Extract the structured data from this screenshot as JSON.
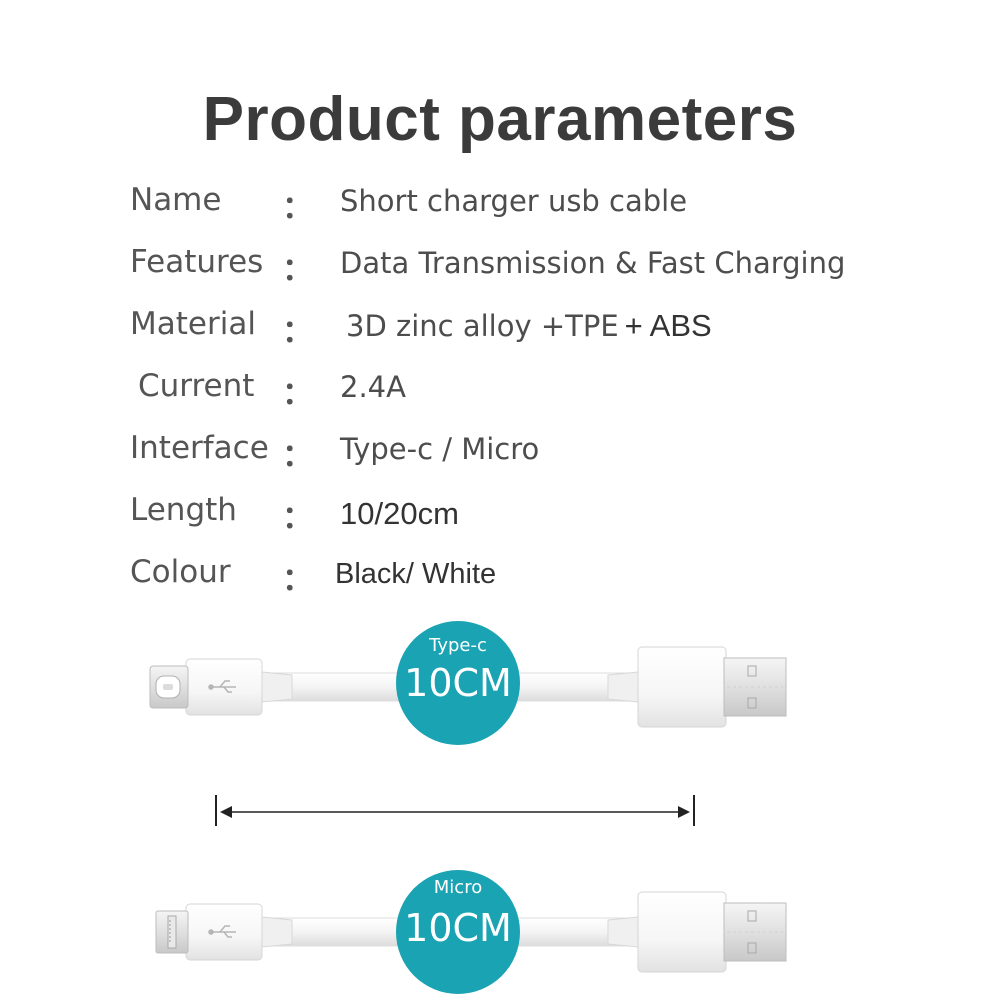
{
  "title": "Product parameters",
  "params": [
    {
      "label": "Name",
      "value": "Short charger usb cable"
    },
    {
      "label": "Features",
      "value": "Data Transmission & Fast Charging"
    },
    {
      "label": "Material",
      "value": "3D zinc alloy +TPE",
      "value_extra": "+ ABS"
    },
    {
      "label": "Current",
      "value": "2.4A"
    },
    {
      "label": "Interface",
      "value": "Type-c / Micro"
    },
    {
      "label": "Length",
      "value": "10/20cm"
    },
    {
      "label": "Colour",
      "value": "Black/ White"
    }
  ],
  "separator": "：",
  "cables": [
    {
      "connector": "Type-c",
      "length_label": "10CM"
    },
    {
      "connector": "Micro",
      "length_label": "10CM"
    }
  ],
  "colors": {
    "badge": "#1aa3b3",
    "cable": "#f2f2f2",
    "outline": "#d9d9d9"
  },
  "icons": [
    "usb-logo-icon",
    "double-arrow-icon"
  ]
}
